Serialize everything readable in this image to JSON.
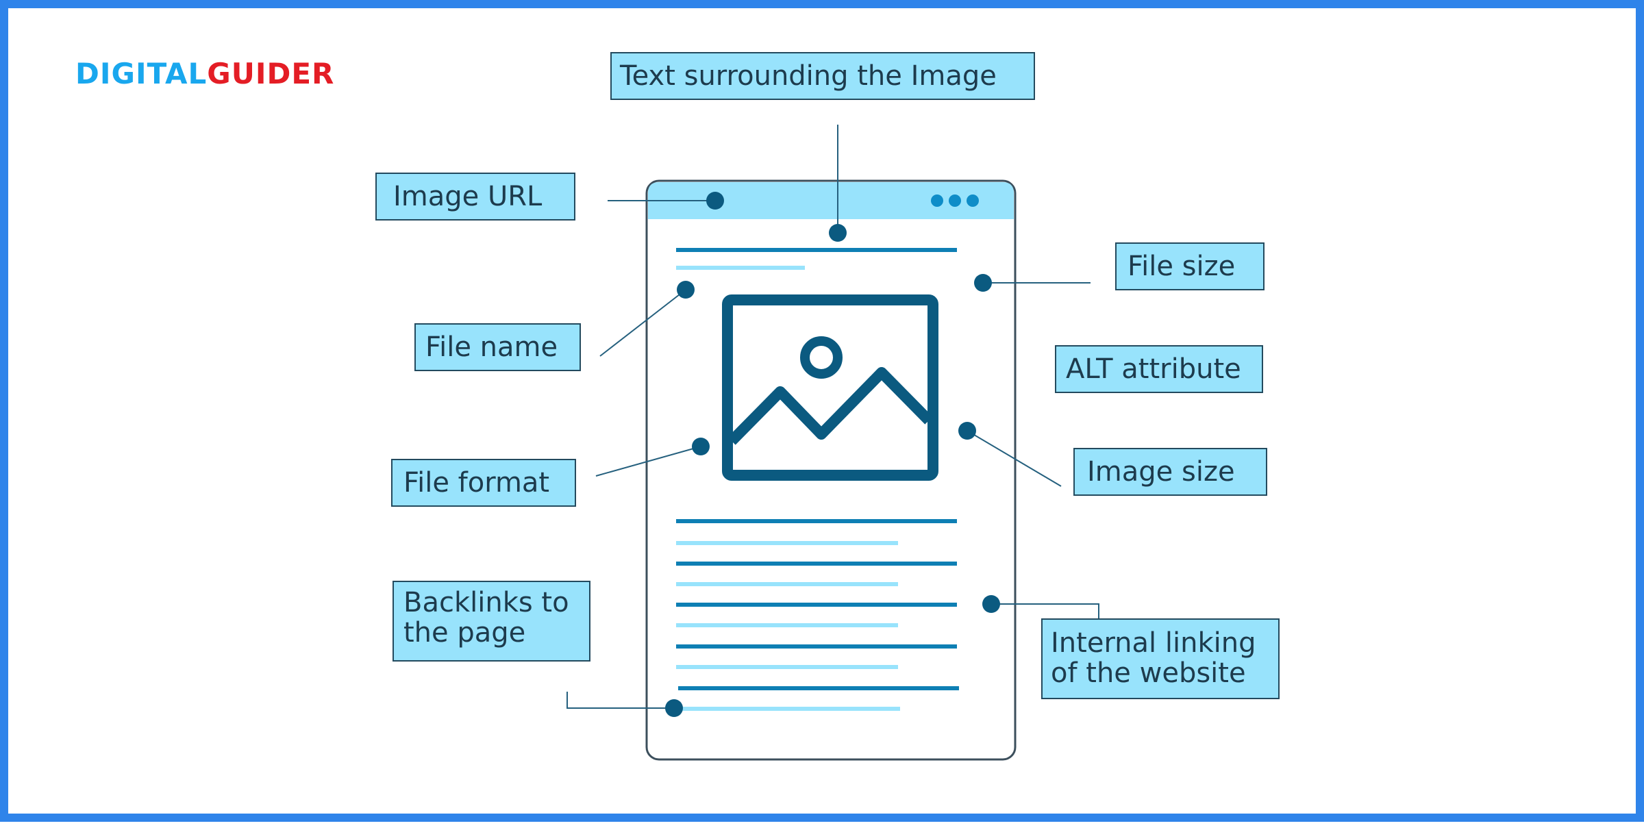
{
  "logo": {
    "part1": "DIGITAL",
    "part2": "GUIDER"
  },
  "labels": {
    "text_surrounding": "Text surrounding the Image",
    "image_url": "Image URL",
    "file_size": "File size",
    "file_name": "File name",
    "alt_attribute": "ALT attribute",
    "file_format": "File format",
    "image_size": "Image size",
    "backlinks_line1": "Backlinks to",
    "backlinks_line2": "the page",
    "internal_line1": "Internal linking",
    "internal_line2": "of the website"
  },
  "colors": {
    "frame_border": "#2f84ea",
    "label_fill": "#98e3fc",
    "dark_blue": "#0b5a80",
    "line_dark": "#0e7fb4",
    "line_light": "#98e3fc",
    "logo_blue": "#19a7ee",
    "logo_red": "#e41d25"
  },
  "icons": [
    "image-placeholder-icon",
    "browser-dots-icon"
  ]
}
